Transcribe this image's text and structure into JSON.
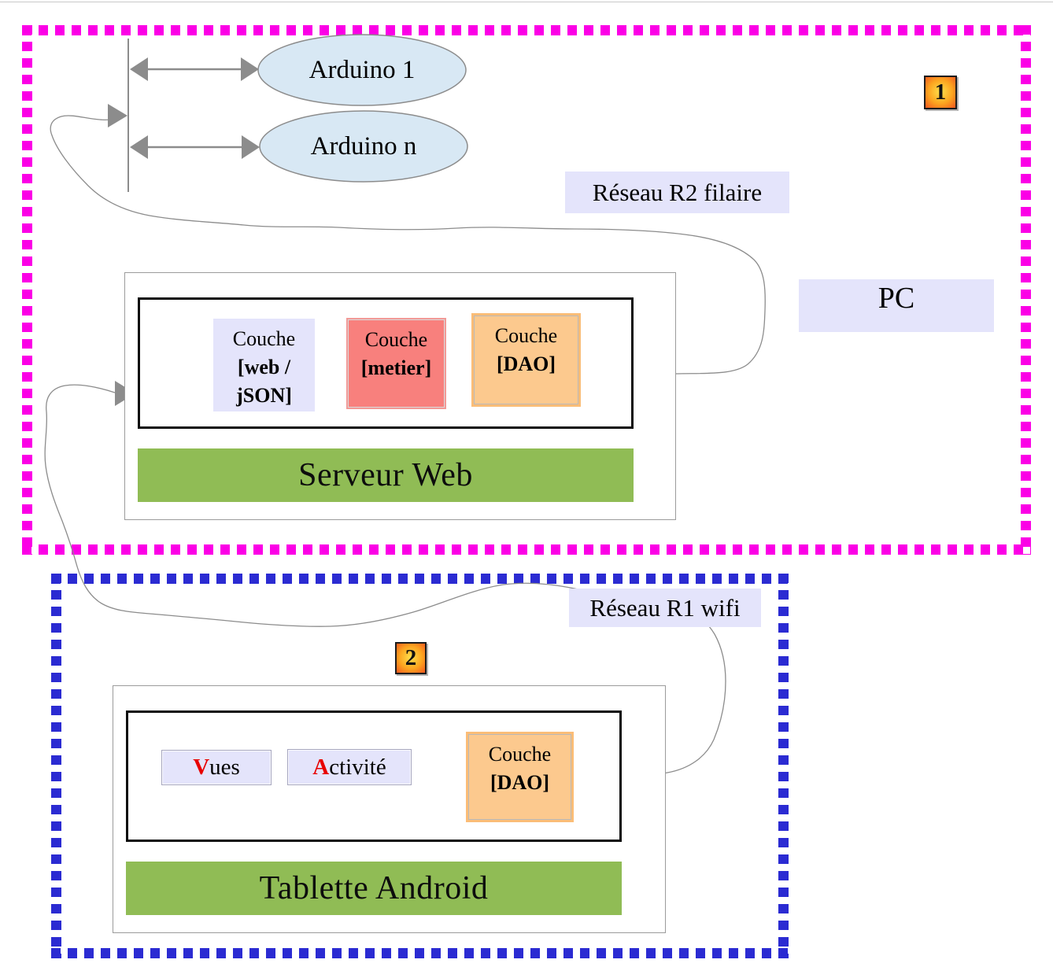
{
  "zone1": {
    "badge": "1",
    "network_label": "Réseau R2 filaire",
    "arduinos": [
      "Arduino 1",
      "Arduino n"
    ],
    "pc_label": "PC",
    "server": {
      "banner": "Serveur Web",
      "layers": [
        {
          "name": "Couche",
          "lines": [
            "[web /",
            "jSON]"
          ]
        },
        {
          "name": "Couche",
          "lines": [
            "[metier]"
          ]
        },
        {
          "name": "Couche",
          "lines": [
            "[DAO]"
          ]
        }
      ]
    }
  },
  "zone2": {
    "badge": "2",
    "network_label": "Réseau R1 wifi",
    "tablet": {
      "banner": "Tablette Android",
      "widgets": [
        {
          "initial": "V",
          "rest": "ues"
        },
        {
          "initial": "A",
          "rest": "ctivité"
        }
      ],
      "layer": {
        "name": "Couche",
        "lines": [
          "[DAO]"
        ]
      }
    }
  },
  "colors": {
    "zone1_border": "#fb00e6",
    "zone2_border": "#2b2bd2",
    "banner_green": "#90bc55",
    "label_lavender": "#e4e4fb",
    "layer_red": "#f8807d",
    "layer_orange": "#fcc98e",
    "ellipse_blue": "#d8e8f4",
    "connector_gray": "#8c8c8c"
  }
}
